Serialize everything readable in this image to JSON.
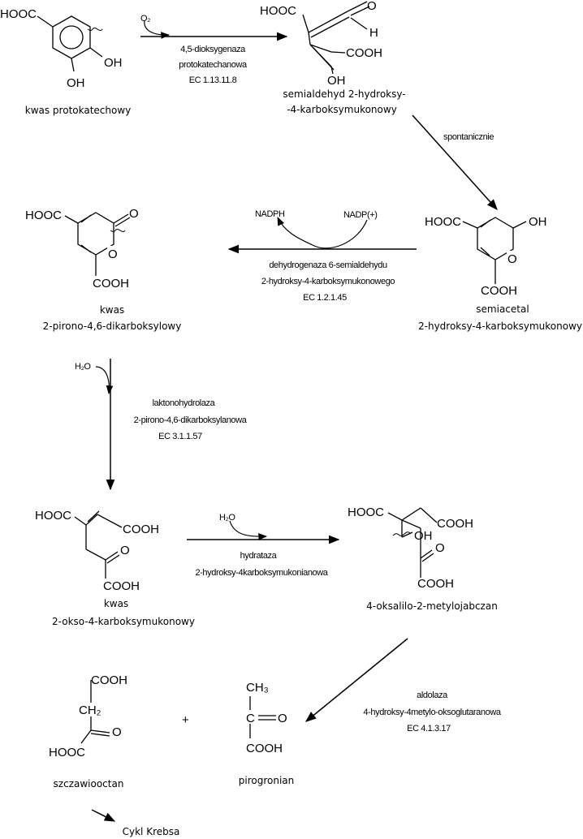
{
  "compounds": {
    "protocatechuate": {
      "name": [
        "kwas protokatechowy"
      ],
      "labels": {
        "cooh": "HOOC",
        "oh_right": "OH",
        "oh_bottom": "OH"
      }
    },
    "semialdehyde": {
      "name": [
        "semialdehyd 2-hydroksy-",
        "-4-karboksymukonowy"
      ],
      "labels": {
        "cooh_left": "HOOC",
        "oxygen": "O",
        "h": "H",
        "cooh_right": "COOH",
        "oh": "OH"
      }
    },
    "semiacetal": {
      "name": [
        "semiacetal",
        "2-hydroksy-4-karboksymukonowy"
      ],
      "labels": {
        "cooh_left": "HOOC",
        "oh": "OH",
        "ring_o": "O",
        "cooh_bottom": "COOH"
      }
    },
    "pyrone": {
      "name": [
        "kwas",
        "2-pirono-4,6-dikarboksylowy"
      ],
      "labels": {
        "cooh_left": "HOOC",
        "keto_o": "O",
        "ring_o": "O",
        "cooh_bottom": "COOH"
      }
    },
    "oxo_carboxymuconate": {
      "name": [
        "kwas",
        "2-okso-4-karboksymukonowy"
      ],
      "labels": {
        "cooh_left": "HOOC",
        "cooh_right": "COOH",
        "keto_o": "O",
        "cooh_bottom": "COOH"
      }
    },
    "oxalyl_methylmalate": {
      "name": [
        "4-oksalilo-2-metylojabczan"
      ],
      "labels": {
        "cooh_left": "HOOC",
        "cooh_right": "COOH",
        "oh": "OH",
        "keto_o": "O",
        "cooh_bottom": "COOH"
      }
    },
    "oxaloacetate": {
      "name": [
        "szczawiooctan"
      ],
      "labels": {
        "cooh_top": "COOH",
        "ch2": "CH₂",
        "keto_o": "O",
        "cooh_bottom": "HOOC"
      }
    },
    "pyruvate": {
      "name": [
        "pirogronian"
      ],
      "labels": {
        "ch3": "CH₃",
        "c": "C",
        "keto_o": "O",
        "cooh": "COOH"
      }
    }
  },
  "reactions": {
    "r1": {
      "cofactor": "O₂",
      "enzyme": [
        "4,5-dioksygenaza",
        "protokatechanowa",
        "EC 1.13.11.8"
      ]
    },
    "r2": {
      "enzyme": [
        "spontanicznie"
      ]
    },
    "r3": {
      "cofactor_left": "NADPH",
      "cofactor_right": "NADP(+)",
      "enzyme": [
        "dehydrogenaza 6-semialdehydu",
        "2-hydroksy-4-karboksymukonowego",
        "EC 1.2.1.45"
      ]
    },
    "r4": {
      "cofactor": "H₂O",
      "enzyme": [
        "laktonohydrolaza",
        "2-pirono-4,6-dikarboksylanowa",
        "EC 3.1.1.57"
      ]
    },
    "r5": {
      "cofactor": "H₂O",
      "enzyme": [
        "hydrataza",
        "2-hydroksy-4karboksymukonianowa"
      ]
    },
    "r6": {
      "enzyme": [
        "aldolaza",
        "4-hydroksy-4metylo-oksoglutaranowa",
        "EC 4.1.3.17"
      ]
    }
  },
  "plus_sign": "+",
  "final": "Cykl Krebsa"
}
